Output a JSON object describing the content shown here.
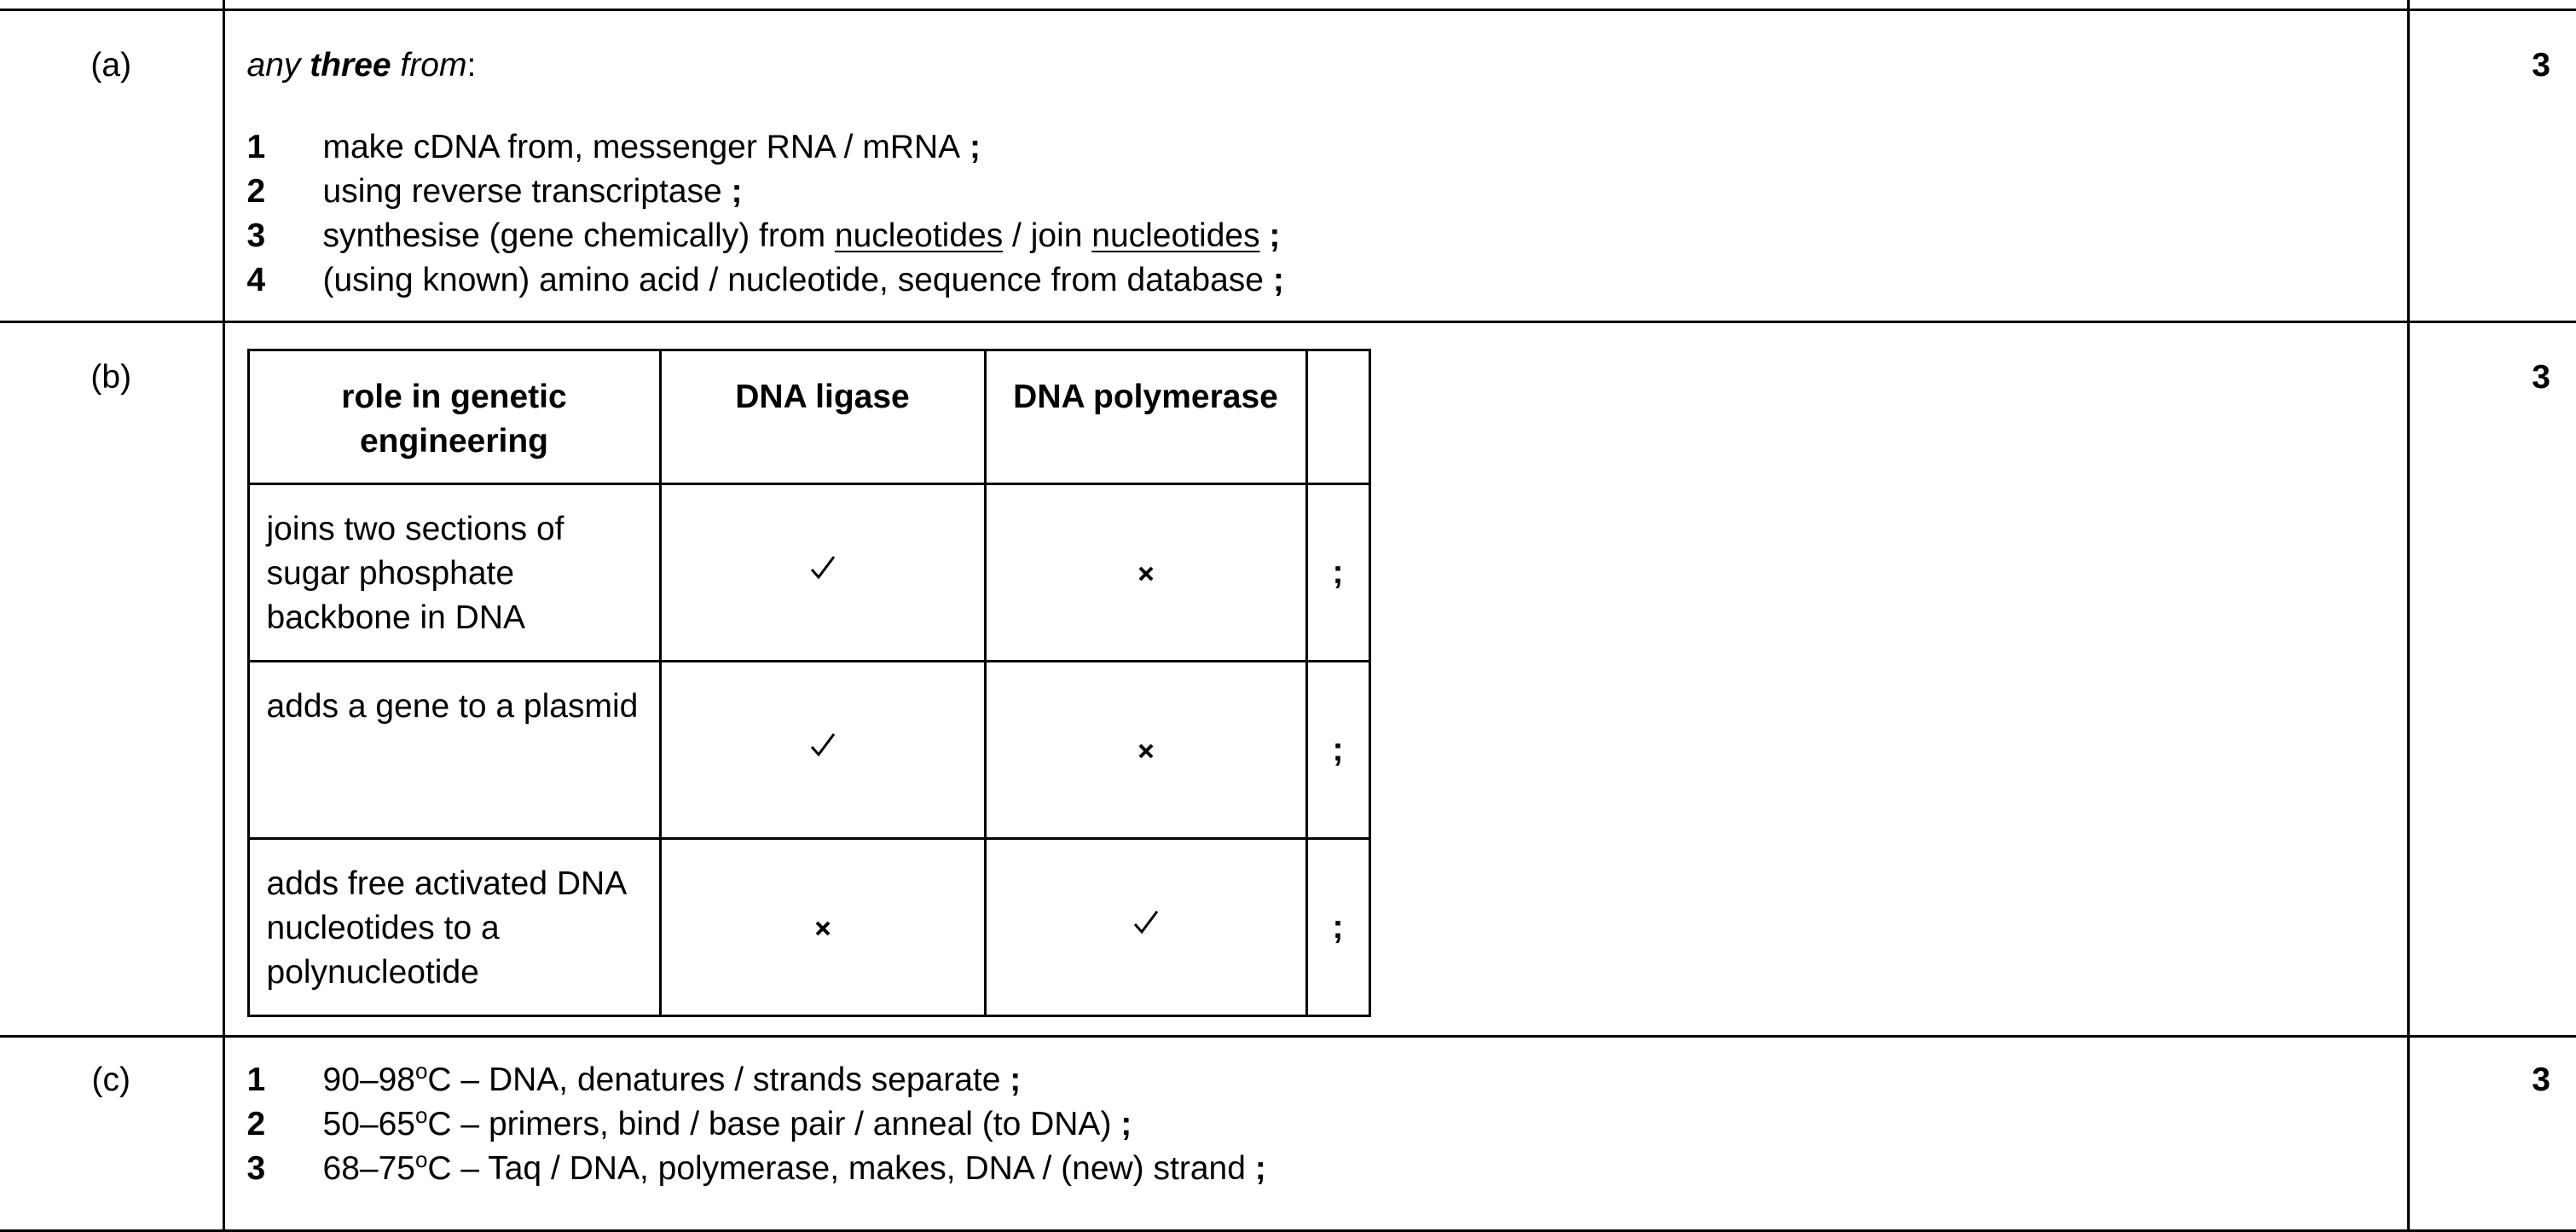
{
  "a": {
    "label": "(a)",
    "marks": "3",
    "intro_any": "any ",
    "intro_three": "three",
    "intro_from": " from",
    "intro_colon": ":",
    "points": [
      {
        "num": "1",
        "text": "make cDNA from, messenger RNA / mRNA",
        "end": " ;"
      },
      {
        "num": "2",
        "text": "using reverse transcriptase",
        "end": " ;"
      },
      {
        "num": "3",
        "pre": "synthesise (gene chemically) from ",
        "u1": "nucleotides",
        "mid": " / join ",
        "u2": "nucleotides",
        "end": " ;"
      },
      {
        "num": "4",
        "text": "(using known) amino acid / nucleotide, sequence from database",
        "end": " ;"
      }
    ]
  },
  "b": {
    "label": "(b)",
    "marks": "3",
    "headers": [
      "role in genetic engineering",
      "DNA ligase",
      "DNA polymerase",
      ""
    ],
    "rows": [
      {
        "role": "joins two sections of sugar phosphate backbone in DNA",
        "ligase": "tick",
        "polymerase": "cross",
        "end": ";"
      },
      {
        "role": "adds a gene to a plasmid",
        "ligase": "tick",
        "polymerase": "cross",
        "end": ";"
      },
      {
        "role": "adds free activated DNA nucleotides to a polynucleotide",
        "ligase": "cross",
        "polymerase": "tick",
        "end": ";"
      }
    ]
  },
  "c": {
    "label": "(c)",
    "marks": "3",
    "points": [
      {
        "num": "1",
        "t1": "90–98",
        "deg": "o",
        "t2": "C – DNA, denatures / strands separate",
        "end": " ;"
      },
      {
        "num": "2",
        "t1": "50–65",
        "deg": "o",
        "t2": "C – primers, bind / base pair / anneal (to DNA)",
        "end": " ;"
      },
      {
        "num": "3",
        "t1": "68–75",
        "deg": "o",
        "t2": "C – Taq / DNA, polymerase, makes, DNA / (new) strand",
        "end": " ;"
      }
    ]
  }
}
